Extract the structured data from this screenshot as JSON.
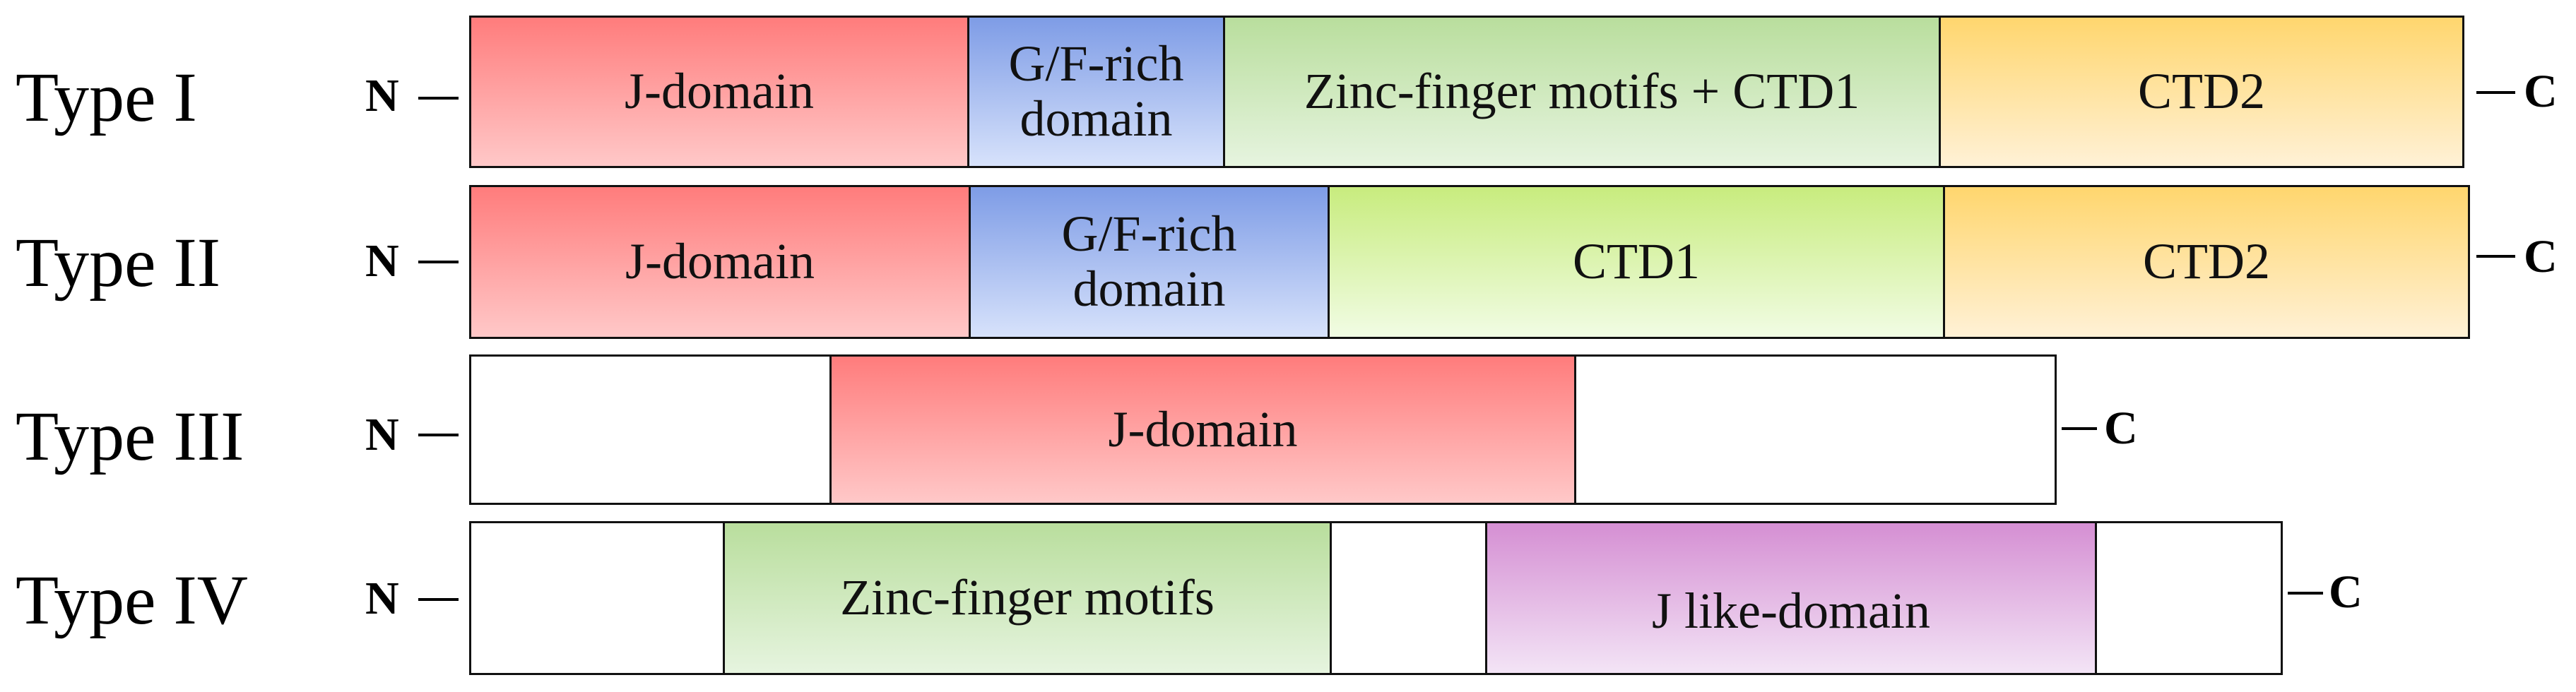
{
  "types": [
    {
      "label": "Type I",
      "n": "N",
      "c": "C",
      "domains": [
        {
          "label": "J-domain"
        },
        {
          "label": "G/F-rich\ndomain"
        },
        {
          "label": "Zinc-finger motifs + CTD1"
        },
        {
          "label": "CTD2"
        }
      ]
    },
    {
      "label": "Type II",
      "n": "N",
      "c": "C",
      "domains": [
        {
          "label": "J-domain"
        },
        {
          "label": "G/F-rich\ndomain"
        },
        {
          "label": "CTD1"
        },
        {
          "label": "CTD2"
        }
      ]
    },
    {
      "label": "Type III",
      "n": "N",
      "c": "C",
      "domains": [
        {
          "label": "J-domain"
        }
      ]
    },
    {
      "label": "Type IV",
      "n": "N",
      "c": "C",
      "domains": [
        {
          "label": "Zinc-finger motifs"
        },
        {
          "label": "J like-domain"
        }
      ]
    }
  ]
}
